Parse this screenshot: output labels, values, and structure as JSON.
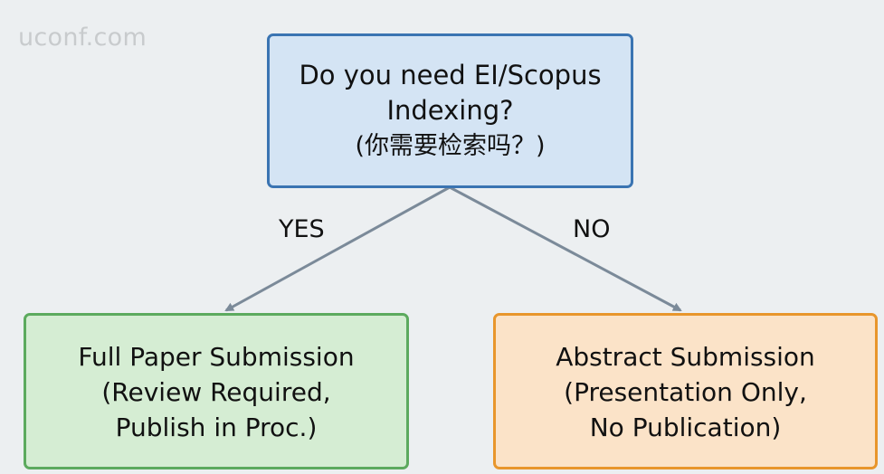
{
  "watermark": "uconf.com",
  "question": {
    "line1": "Do you need EI/Scopus",
    "line2": "Indexing?",
    "line3": "(你需要检索吗？)"
  },
  "edges": {
    "yes_label": "YES",
    "no_label": "NO",
    "color": "#7b8a99"
  },
  "yes_outcome": {
    "line1": "Full Paper Submission",
    "line2": "(Review Required,",
    "line3": "Publish in Proc.)",
    "color": "#5caa5e"
  },
  "no_outcome": {
    "line1": "Abstract Submission",
    "line2": "(Presentation Only,",
    "line3": "No Publication)",
    "color": "#e8962c"
  },
  "question_color": "#3a74b2"
}
